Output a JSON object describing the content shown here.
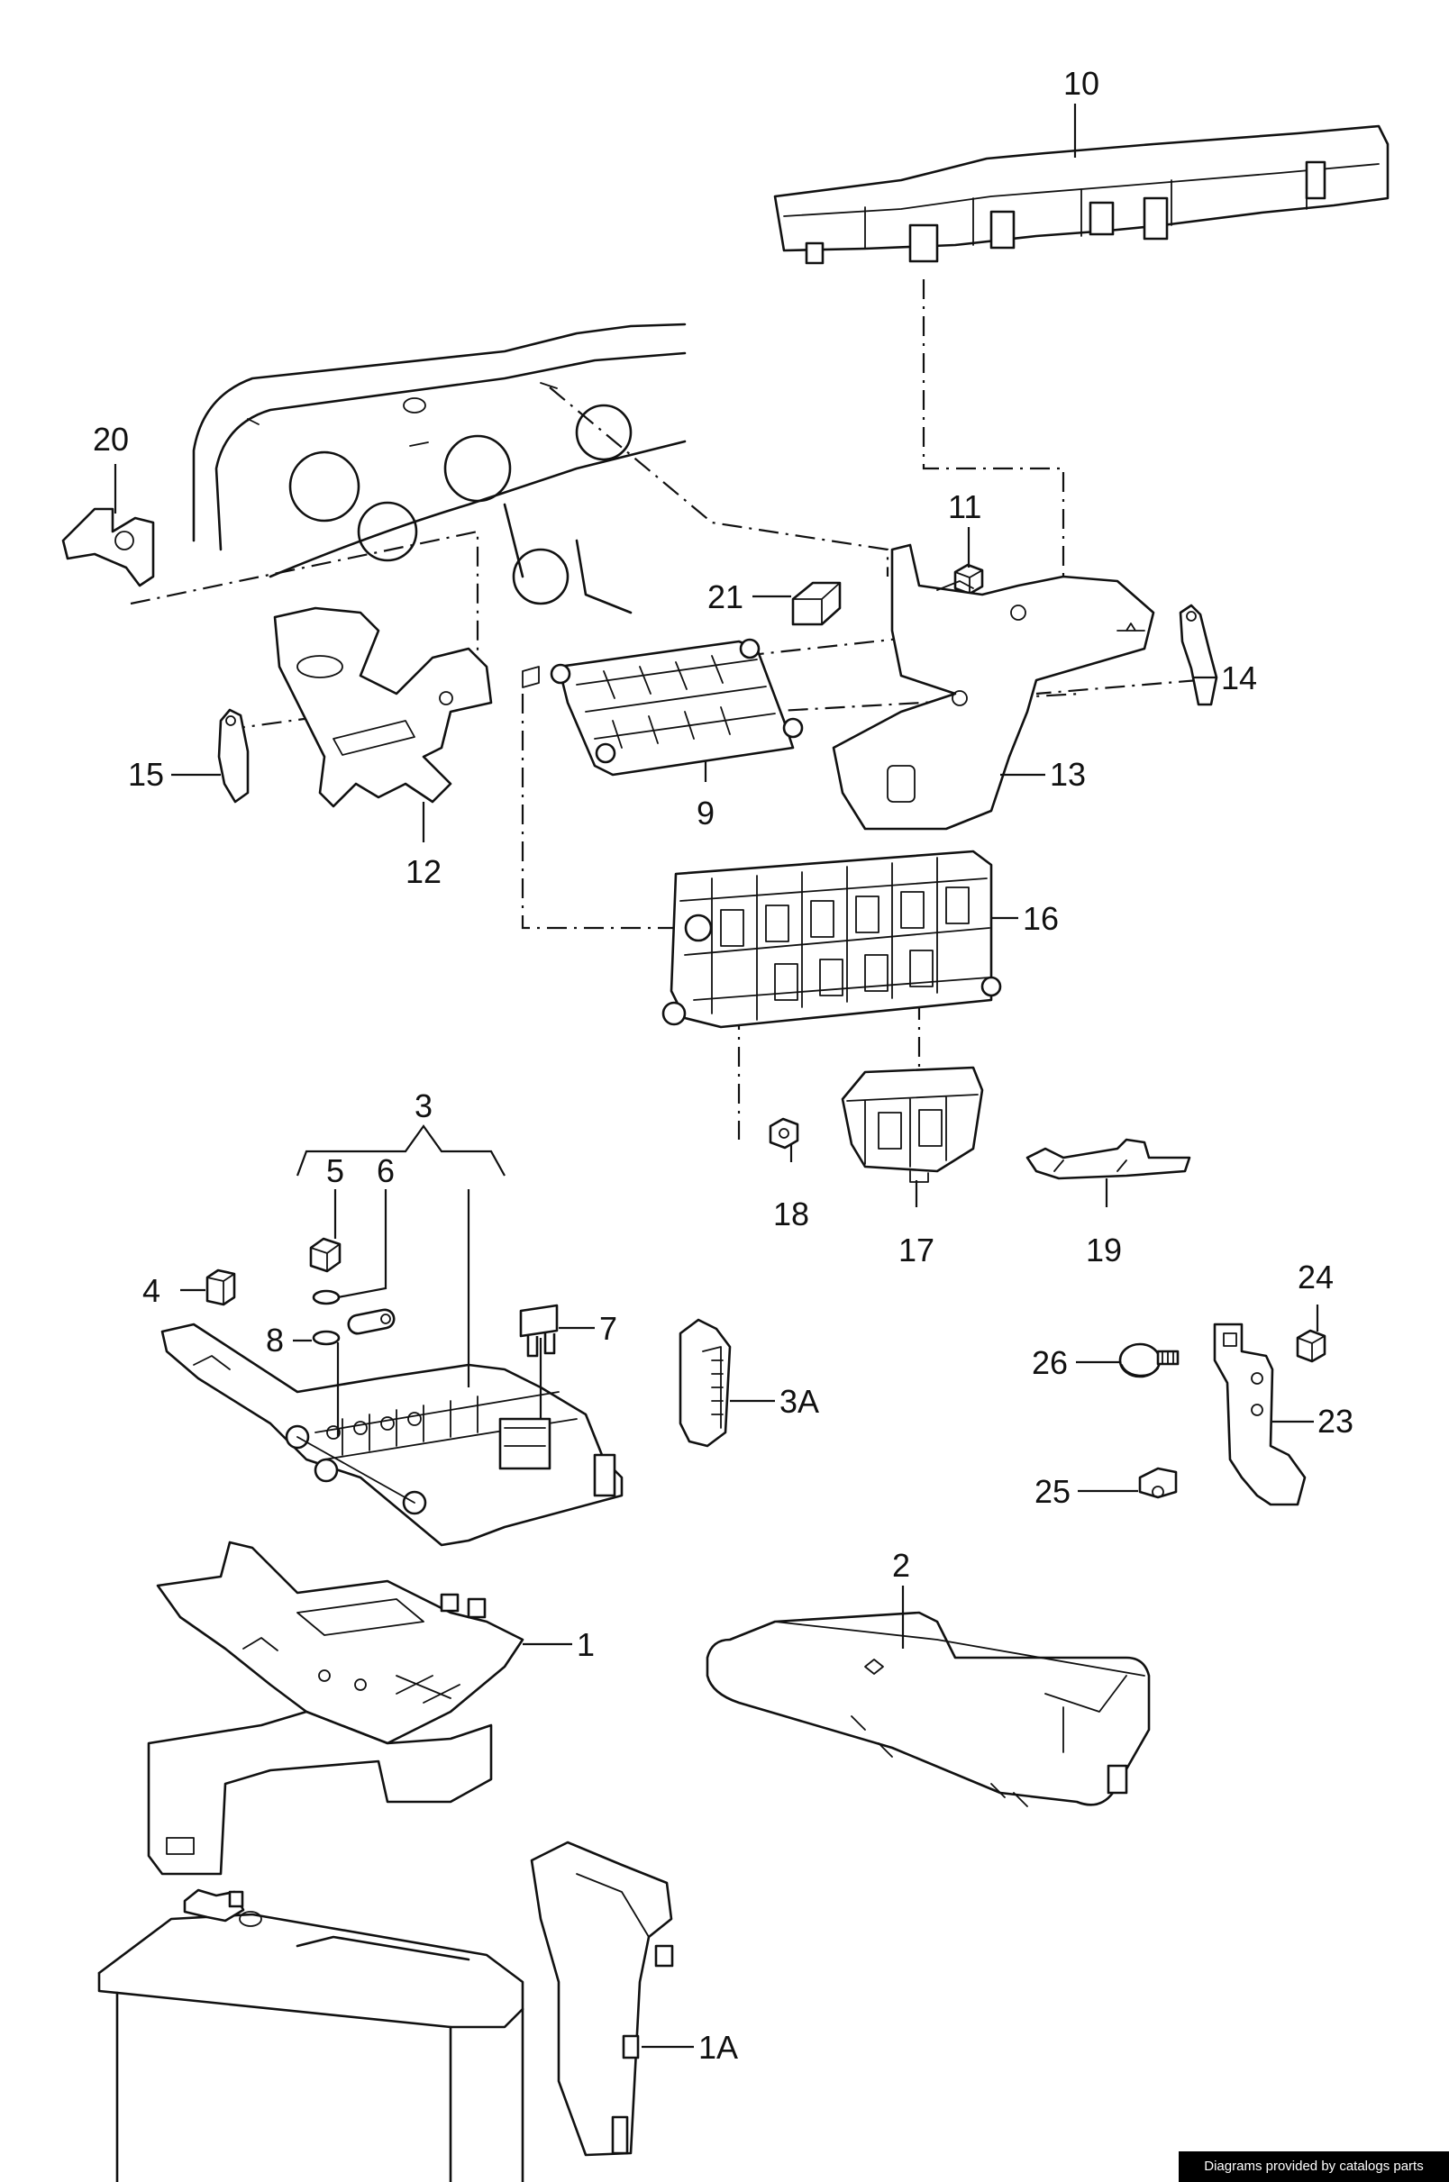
{
  "callouts": [
    "10",
    "20",
    "11",
    "21",
    "14",
    "15",
    "9",
    "13",
    "12",
    "16",
    "3",
    "5",
    "6",
    "18",
    "17",
    "19",
    "4",
    "7",
    "8",
    "3A",
    "24",
    "26",
    "23",
    "25",
    "1",
    "2",
    "1A"
  ],
  "footer": {
    "text": "Diagrams provided by catalogs parts"
  }
}
